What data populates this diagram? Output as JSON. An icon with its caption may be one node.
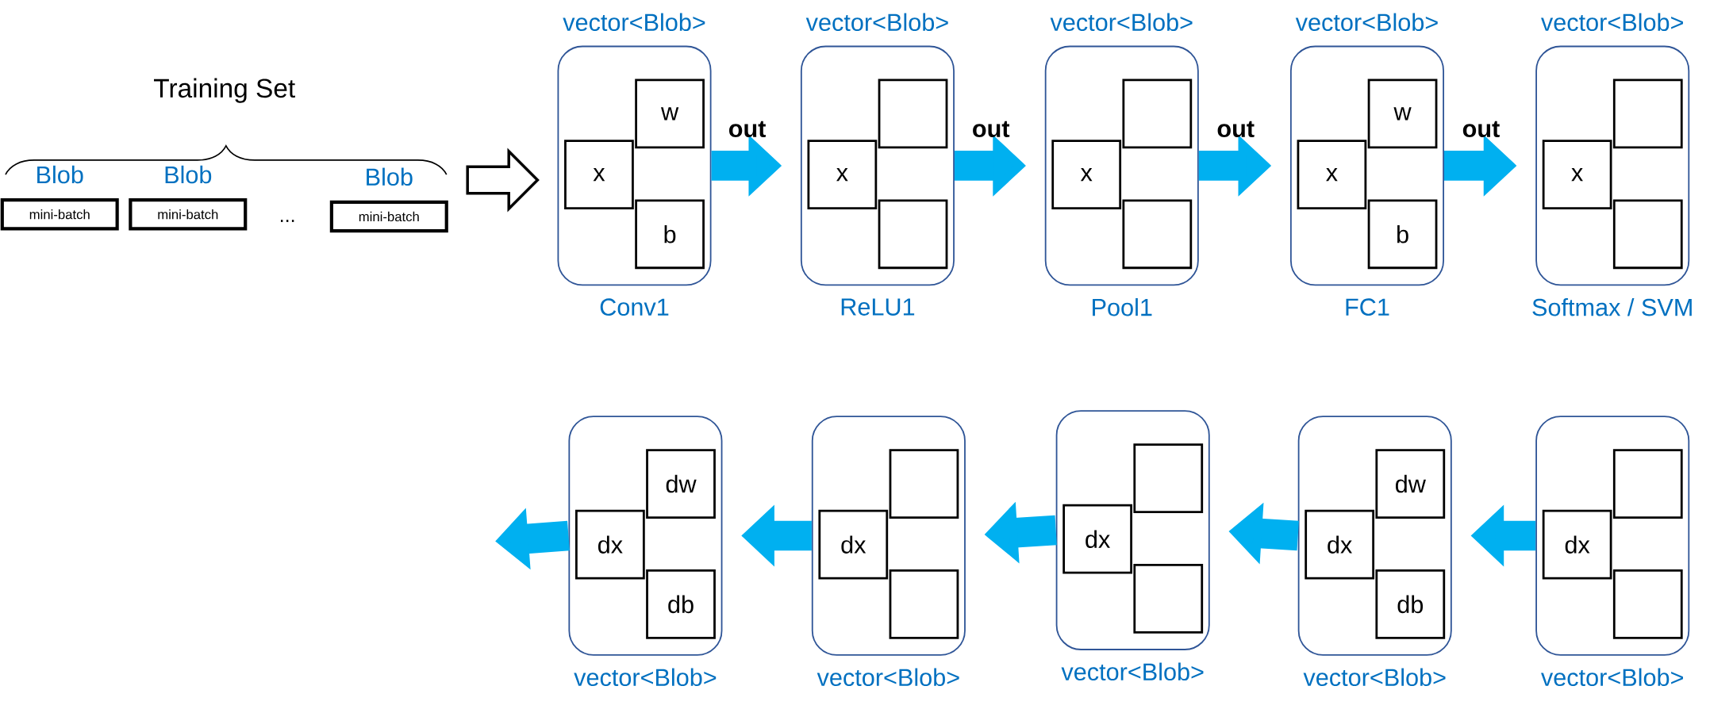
{
  "diagram": {
    "nodes": [
      {
        "text": [
          "mini-batch"
        ],
        "beside": [
          "Blob"
        ]
      },
      {
        "text": [
          "mini-batch"
        ],
        "beside": [
          "Blob"
        ]
      },
      {
        "text": [
          "mini-batch"
        ],
        "beside": [
          "Blob"
        ]
      },
      {
        "text": [],
        "shape": "box",
        "beside": [
          "vector<Blob>",
          "Conv1"
        ]
      },
      {
        "text": [
          "x"
        ],
        "in": 3
      },
      {
        "text": [
          "w"
        ],
        "in": 3
      },
      {
        "text": [
          "b"
        ],
        "in": 3
      },
      {
        "text": [],
        "shape": "box",
        "beside": [
          "vector<Blob>",
          "ReLU1"
        ]
      },
      {
        "text": [
          "x"
        ],
        "in": 7
      },
      {
        "text": [],
        "shape": "box",
        "in": 7
      },
      {
        "text": [],
        "shape": "box",
        "in": 7
      },
      {
        "text": [],
        "shape": "box",
        "beside": [
          "vector<Blob>",
          "Pool1"
        ]
      },
      {
        "text": [
          "x"
        ],
        "in": 11
      },
      {
        "text": [],
        "shape": "box",
        "in": 11
      },
      {
        "text": [],
        "shape": "box",
        "in": 11
      },
      {
        "text": [],
        "shape": "box",
        "beside": [
          "vector<Blob>",
          "FC1"
        ]
      },
      {
        "text": [
          "x"
        ],
        "in": 15
      },
      {
        "text": [
          "w"
        ],
        "in": 15
      },
      {
        "text": [
          "b"
        ],
        "in": 15
      },
      {
        "text": [],
        "shape": "box",
        "beside": [
          "vector<Blob>",
          "Softmax / SVM"
        ]
      },
      {
        "text": [
          "x"
        ],
        "in": 19
      },
      {
        "text": [],
        "shape": "box",
        "in": 19
      },
      {
        "text": [],
        "shape": "box",
        "in": 19
      },
      {
        "text": [],
        "shape": "box",
        "beside": [
          "vector<Blob>"
        ]
      },
      {
        "text": [
          "dx"
        ],
        "in": 23
      },
      {
        "text": [
          "dw"
        ],
        "in": 23
      },
      {
        "text": [
          "db"
        ],
        "in": 23
      },
      {
        "text": [],
        "shape": "box",
        "beside": [
          "vector<Blob>"
        ]
      },
      {
        "text": [
          "dx"
        ],
        "in": 27
      },
      {
        "text": [],
        "shape": "box",
        "in": 27
      },
      {
        "text": [],
        "shape": "box",
        "in": 27
      },
      {
        "text": [],
        "shape": "box",
        "beside": [
          "vector<Blob>"
        ]
      },
      {
        "text": [
          "dx"
        ],
        "in": 31
      },
      {
        "text": [],
        "shape": "box",
        "in": 31
      },
      {
        "text": [],
        "shape": "box",
        "in": 31
      },
      {
        "text": [],
        "shape": "box",
        "beside": [
          "vector<Blob>"
        ]
      },
      {
        "text": [
          "dx"
        ],
        "in": 35
      },
      {
        "text": [
          "dw"
        ],
        "in": 35
      },
      {
        "text": [
          "db"
        ],
        "in": 35
      },
      {
        "text": [],
        "shape": "box",
        "beside": [
          "vector<Blob>"
        ]
      },
      {
        "text": [
          "dx"
        ],
        "in": 39
      },
      {
        "text": [],
        "shape": "box",
        "in": 39
      },
      {
        "text": [],
        "shape": "box",
        "in": 39
      }
    ],
    "edges": [
      {
        "from": null,
        "to": 3,
        "arrow": "to",
        "color": "#000000"
      },
      {
        "from": 3,
        "to": 7,
        "arrow": "to",
        "label": "out"
      },
      {
        "from": 7,
        "to": 11,
        "arrow": "to",
        "label": "out"
      },
      {
        "from": 11,
        "to": 15,
        "arrow": "to",
        "label": "out"
      },
      {
        "from": 15,
        "to": 19,
        "arrow": "to",
        "label": "out"
      },
      {
        "from": 23,
        "to": null,
        "arrow": "to"
      },
      {
        "from": 27,
        "to": 23,
        "arrow": "to"
      },
      {
        "from": 31,
        "to": 27,
        "arrow": "to"
      },
      {
        "from": 35,
        "to": 31,
        "arrow": "to"
      },
      {
        "from": 39,
        "to": 35,
        "arrow": "to"
      }
    ],
    "labels": [
      "Training Set",
      "..."
    ]
  }
}
